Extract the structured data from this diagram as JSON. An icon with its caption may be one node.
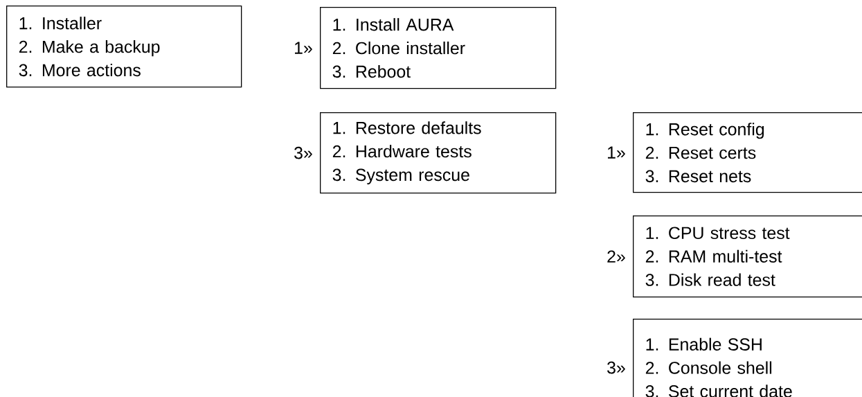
{
  "diagram": {
    "nodes": [
      {
        "text": [
          "1. Installer",
          "2. Make a backup",
          "3. More actions"
        ]
      },
      {
        "text": [
          "1. Install AURA",
          "2. Clone installer",
          "3. Reboot"
        ],
        "beside": [
          "1»"
        ]
      },
      {
        "text": [
          "1. Restore defaults",
          "2. Hardware tests",
          "3. System rescue"
        ],
        "beside": [
          "3»"
        ]
      },
      {
        "text": [
          "1. Reset config",
          "2. Reset certs",
          "3. Reset nets"
        ],
        "beside": [
          "1»"
        ]
      },
      {
        "text": [
          "1. CPU stress test",
          "2. RAM multi-test",
          "3. Disk read test"
        ],
        "beside": [
          "2»"
        ]
      },
      {
        "text": [
          "1. Enable SSH",
          "2. Console shell",
          "3. Set current date"
        ],
        "beside": [
          "3»"
        ]
      }
    ]
  }
}
